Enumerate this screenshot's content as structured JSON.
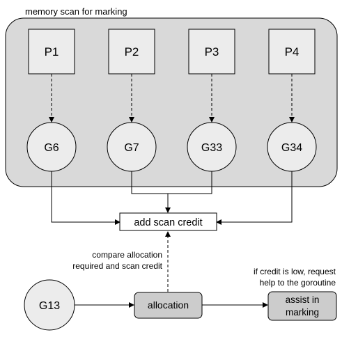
{
  "group": {
    "label": "memory scan for marking"
  },
  "processors": [
    "P1",
    "P2",
    "P3",
    "P4"
  ],
  "goroutines": [
    "G6",
    "G7",
    "G33",
    "G34"
  ],
  "scan_credit": "add scan credit",
  "compare_note": [
    "compare allocation",
    "required and scan credit"
  ],
  "assist_note": [
    "if credit is low, request",
    "help to the goroutine"
  ],
  "g13": "G13",
  "allocation": "allocation",
  "assist": [
    "assist in",
    "marking"
  ],
  "colors": {
    "fill": "#ececec",
    "group_fill": "#d9d9d9",
    "node_fill": "#cccccc",
    "stroke": "#000000"
  }
}
